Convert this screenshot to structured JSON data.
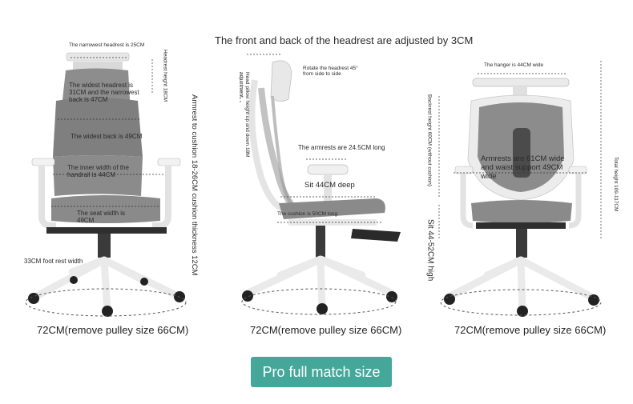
{
  "headline": "The front and back of the headrest are adjusted by 3CM",
  "front": {
    "narrowest_headrest": "The narrowest headrest is 25CM",
    "headrest_height": "Headrest height 18CM",
    "widest_headrest": "The widest headrest is 31CM and the narrowest back is 47CM",
    "widest_back": "The widest back is 49CM",
    "handrail_inner": "The inner width of the handrail is 44CM",
    "seat_width": "The seat width is 49CM",
    "foot_rest": "33CM foot rest width",
    "armrest_cushion": "Armrest to cushion 18-26CM cushion thickness 12CM",
    "base_size": "72CM(remove pulley size 66CM)"
  },
  "side": {
    "rotate_headrest": "Rotate the headrest 45° from side to side",
    "head_pillow": "Head pillow height up and down 18M adjustment",
    "armrests_long": "The armrests are 24.5CM long",
    "sit_deep": "Sit 44CM deep",
    "cushion": "The cushion is 50CM long",
    "base_size": "72CM(remove pulley size 66CM)"
  },
  "back": {
    "hanger": "The hanger is 44CM wide",
    "backrest_height": "Backrest height 60CM (without cushion)",
    "armrests_waist": "Armrests are 61CM wide and waist support 49CM wide",
    "sit_high": "Sit 44-52CM high",
    "total_height": "Total height 109-117CM",
    "base_size": "72CM(remove pulley size 66CM)"
  },
  "cta": "Pro full match size",
  "colors": {
    "accent": "#44a79a",
    "frame": "#e9e9e9",
    "mesh": "#8e8e8e",
    "dark": "#2a2a2a"
  }
}
